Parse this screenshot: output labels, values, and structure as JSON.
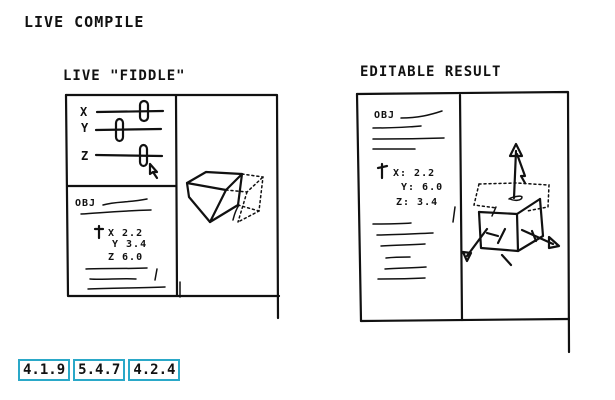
{
  "title": "LIVE COMPILE",
  "left_panel": {
    "heading": "LIVE \"FIDDLE\"",
    "sliders": [
      "X",
      "Y",
      "Z"
    ],
    "obj_label": "OBJ",
    "values": [
      "X 2.2",
      "Y 3.4",
      "Z 6.0"
    ]
  },
  "right_panel": {
    "heading": "EDITABLE RESULT",
    "obj_label": "OBJ",
    "values": [
      "X: 2.2",
      "Y: 6.0",
      "Z: 3.4"
    ]
  },
  "versions": [
    "4.1.9",
    "5.4.7",
    "4.2.4"
  ]
}
